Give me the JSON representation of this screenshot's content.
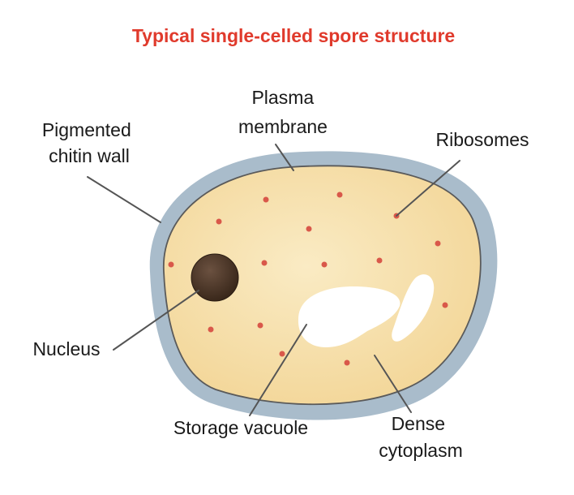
{
  "title": "Typical single-celled spore structure",
  "labels": {
    "plasma_membrane": [
      "Plasma",
      "membrane"
    ],
    "pigmented_chitin_wall": [
      "Pigmented",
      "chitin wall"
    ],
    "ribosomes": [
      "Ribosomes"
    ],
    "nucleus": [
      "Nucleus"
    ],
    "storage_vacuole": [
      "Storage vacuole"
    ],
    "dense_cytoplasm": [
      "Dense",
      "cytoplasm"
    ]
  },
  "colors": {
    "title": "#e03a2c",
    "wall": "#a9bccb",
    "cytoplasm": "#f5dca3",
    "ribosome": "#d9584a",
    "nucleus": "#4a3526",
    "vacuole": "#ffffff",
    "leader_line": "#555555"
  }
}
